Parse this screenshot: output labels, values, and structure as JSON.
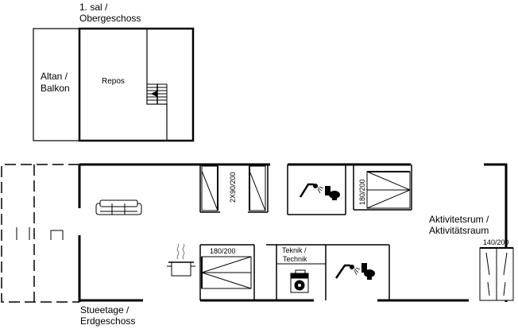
{
  "upper_floor": {
    "title_line1": "1. sal /",
    "title_line2": "Obergeschoss",
    "balcony_line1": "Altan /",
    "balcony_line2": "Balkon",
    "landing": "Repos"
  },
  "ground_floor": {
    "title_line1": "Stueetage /",
    "title_line2": "Erdgeschoss",
    "bed_bunk": "2X90/200",
    "bed_double_1": "180/200",
    "bed_double_2": "180/200",
    "bed_double_3": "140/200",
    "tech_line1": "Teknik /",
    "tech_line2": "Technik",
    "activity_line1": "Aktivitetsrum /",
    "activity_line2": "Aktivitätsraum"
  },
  "icons": [
    "sofa-icon",
    "stove-pot-icon",
    "shower-icon",
    "toilet-icon",
    "washing-machine-icon",
    "stairs-icon"
  ]
}
